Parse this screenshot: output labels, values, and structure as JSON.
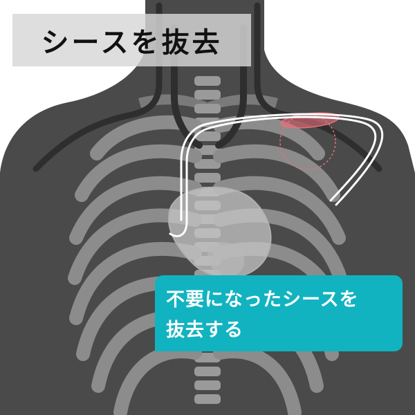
{
  "title": "シースを抜去",
  "callout": {
    "line1": "不要になったシースを",
    "line2": "抜去する"
  },
  "colors": {
    "body": "#4a4a4a",
    "bone": "#8c8c8c",
    "heart": "#c6c6c6",
    "sheath_highlight": "#e8707a",
    "callout_bg": "#12b3c0",
    "catheter": "#ffffff",
    "vessel": "#2e2e2e"
  }
}
